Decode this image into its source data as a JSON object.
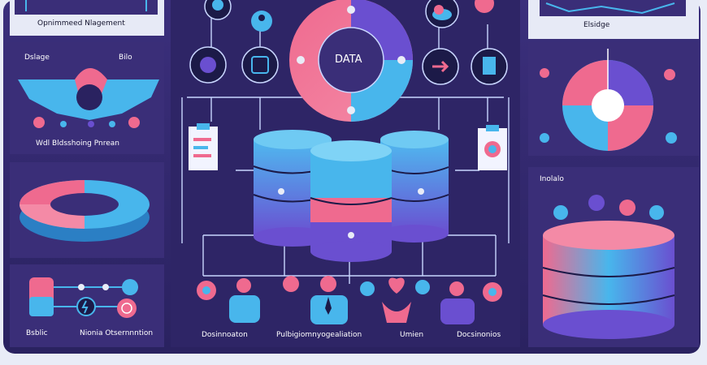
{
  "labels": {
    "top_left_caption": "Opnimmeed Nlagement",
    "top_right_caption": "Elsidge",
    "left_tag_a": "Dslage",
    "left_tag_b": "Bilo",
    "left_mid_caption": "Wdl Bldsshoing Pnrean",
    "center_core": "DATA",
    "right_mid_caption": "Inolalo",
    "bottom_left_a": "Bsblic",
    "bottom_left_b": "Nionia Otsernnntion",
    "bottom_1": "Dosinnoaton",
    "bottom_2": "Pulbigiomnyogealiation",
    "bottom_3": "Umien",
    "bottom_4": "Docsinonios"
  },
  "colors": {
    "panel_dark": "#3a2e78",
    "panel_purple": "#4b3a92",
    "pink": "#ef6a8f",
    "blue": "#48b6ec",
    "violet": "#6a4fd0",
    "navy": "#1c1a48"
  },
  "icons": [
    "gear-icon",
    "person-icon",
    "cloud-icon",
    "chart-icon",
    "grid-icon",
    "arrow-icon",
    "document-icon",
    "lightning-icon",
    "clock-icon",
    "heart-icon",
    "tree-icon",
    "database-icon"
  ]
}
